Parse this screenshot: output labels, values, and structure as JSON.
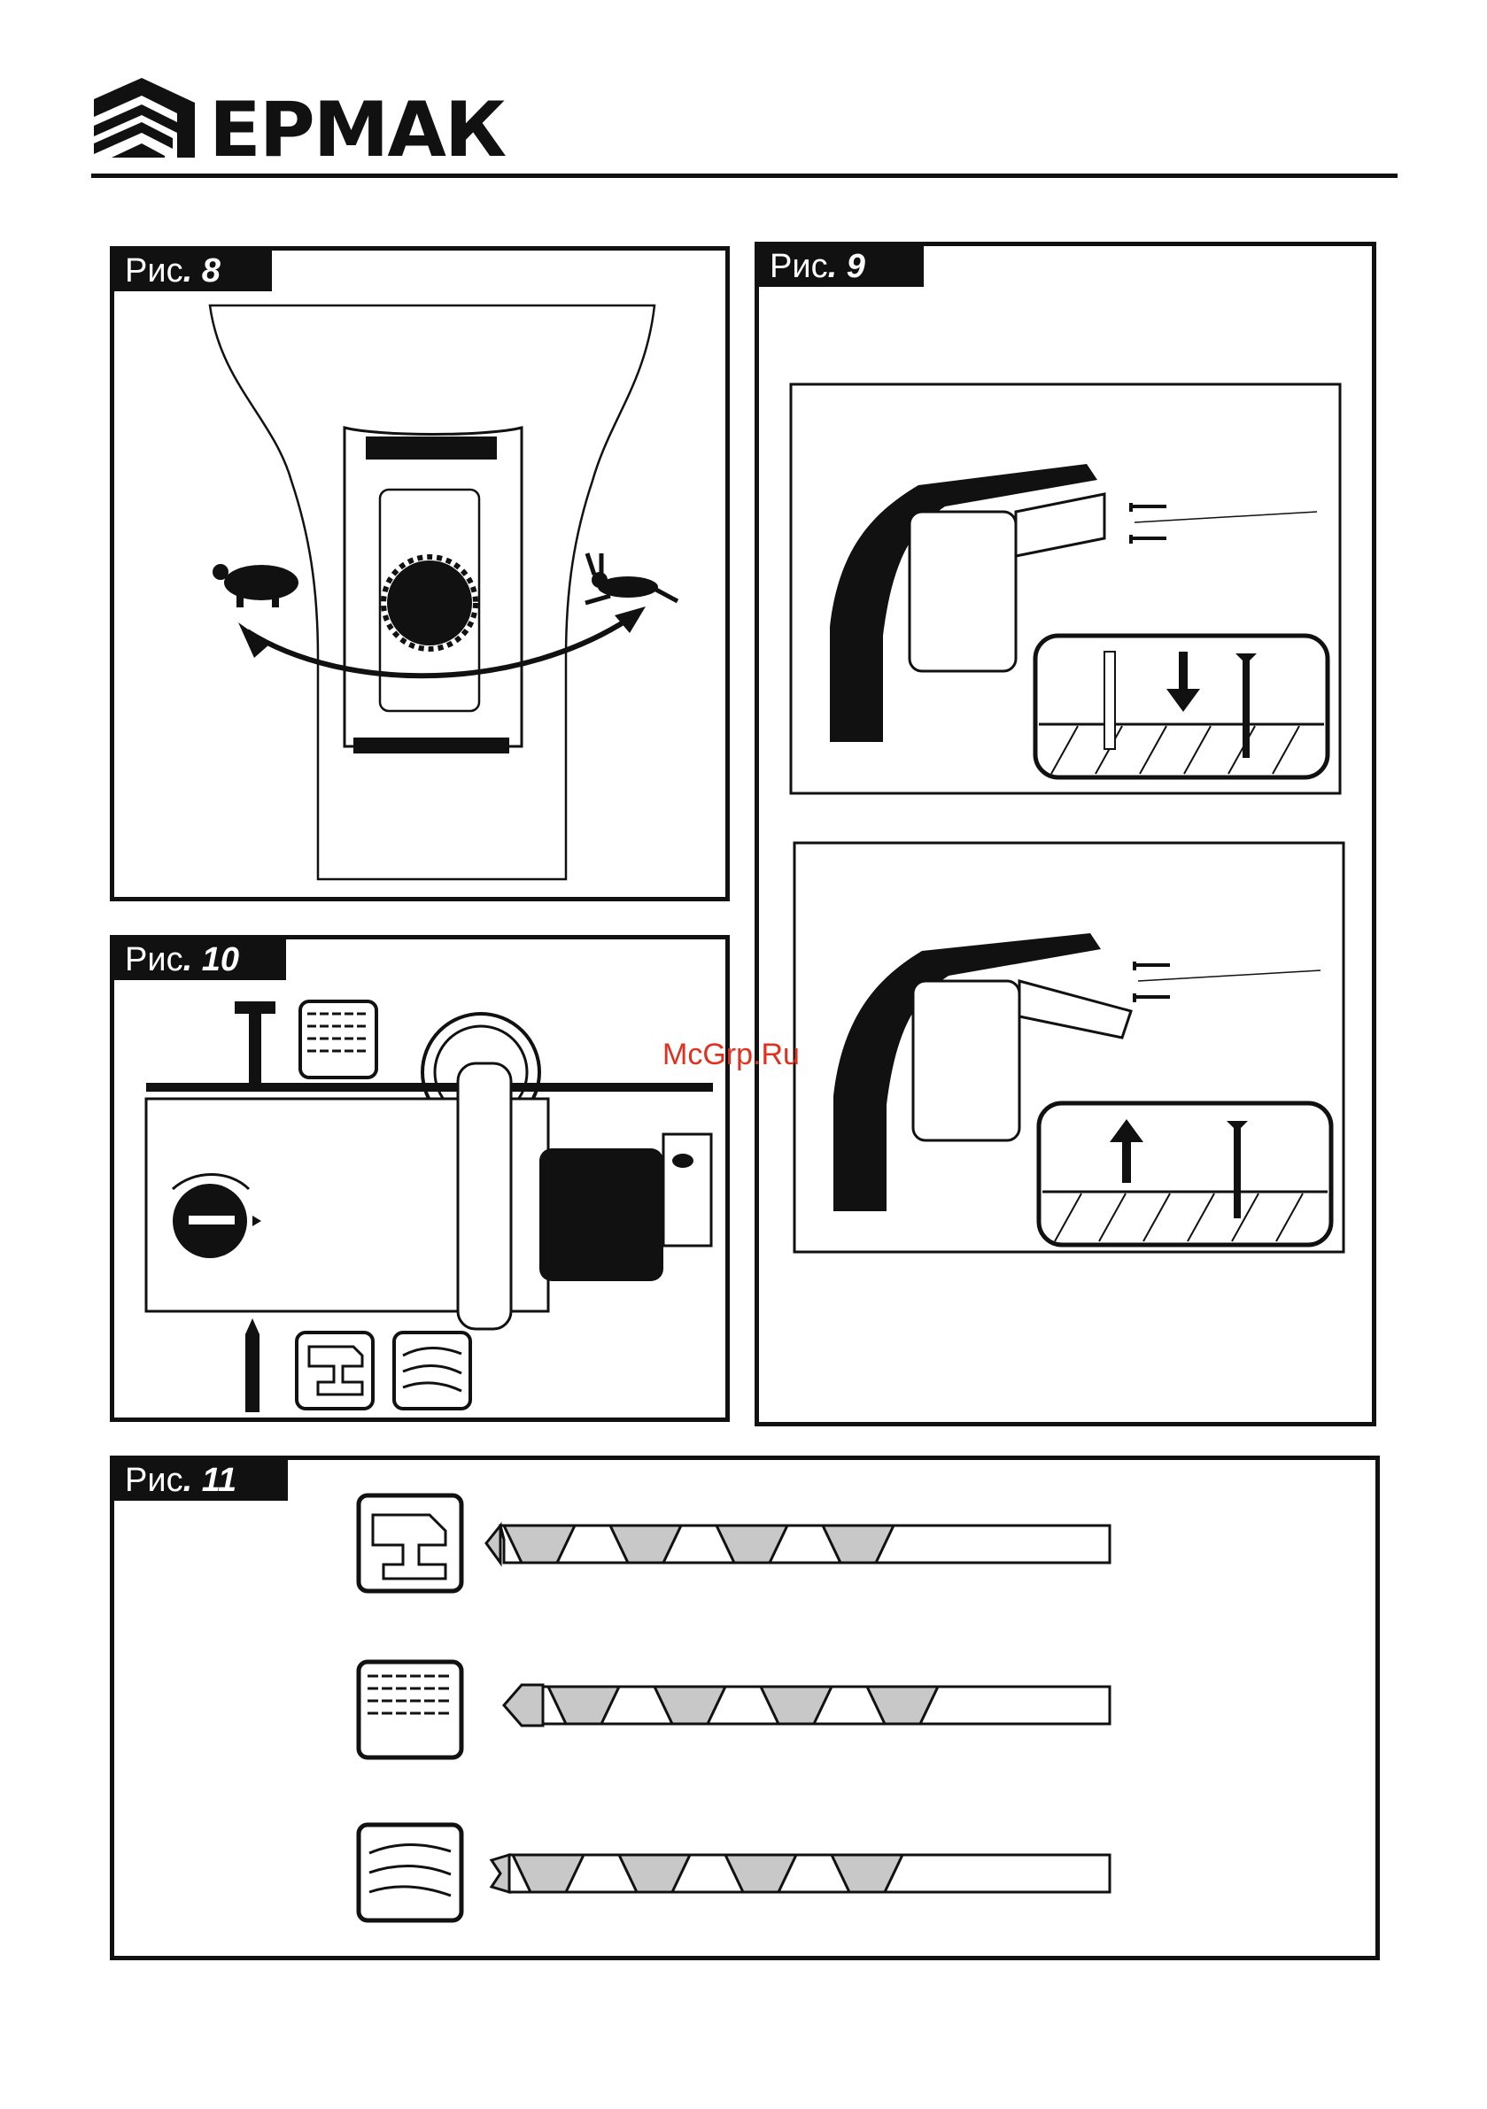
{
  "header": {
    "brand": "ЕРМАК"
  },
  "figures": [
    {
      "id": "fig8",
      "label_prefix": "Рис",
      "label_number": ". 8"
    },
    {
      "id": "fig9",
      "label_prefix": "Рис",
      "label_number": ". 9"
    },
    {
      "id": "fig10",
      "label_prefix": "Рис",
      "label_number": ". 10"
    },
    {
      "id": "fig11",
      "label_prefix": "Рис",
      "label_number": ". 11"
    }
  ],
  "watermark": "McGrp.Ru",
  "icons": {
    "logo": "ermak-logo-icon",
    "slow": "turtle-icon",
    "fast": "hare-icon",
    "hammer": "hammer-icon",
    "brick": "brick-icon",
    "drill": "drill-bit-icon",
    "metal": "steel-beam-icon",
    "wood": "wood-icon",
    "screw": "screw-icon"
  },
  "colors": {
    "ink": "#111111",
    "fill_gray": "#c8c8c8",
    "watermark": "#e0301e"
  }
}
